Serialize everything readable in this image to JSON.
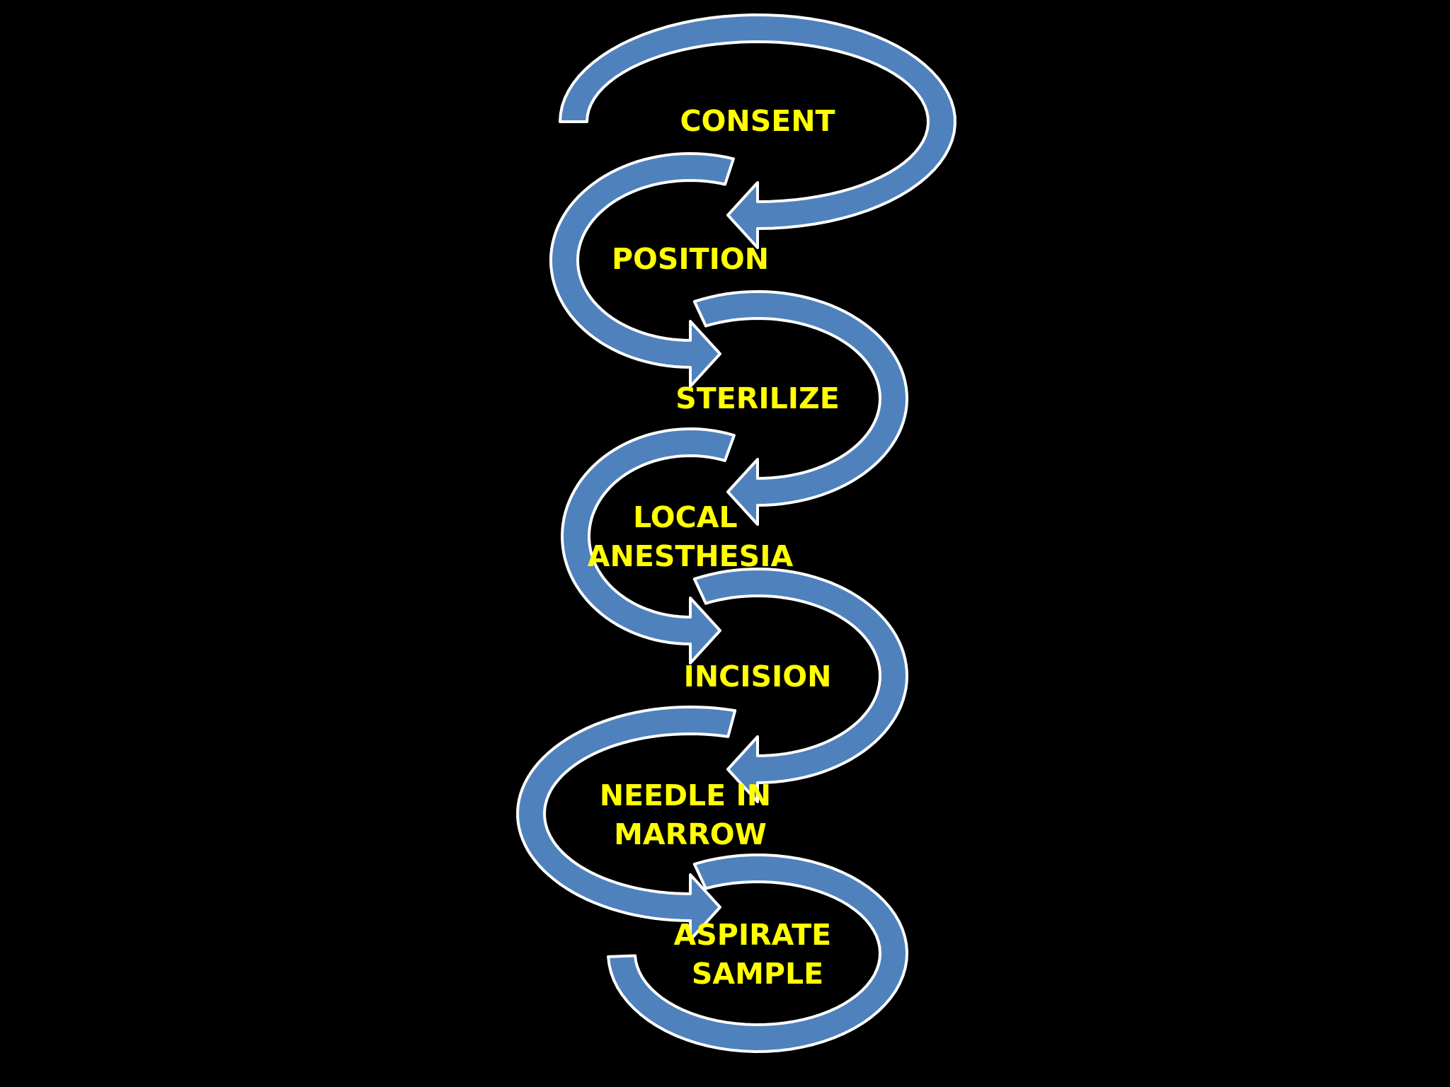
{
  "colors": {
    "background": "#000000",
    "arrow_fill": "#4f81bd",
    "arrow_outline": "#ffffff",
    "label_text": "#ffff00"
  },
  "steps": [
    {
      "label_lines": [
        "CONSENT"
      ]
    },
    {
      "label_lines": [
        "POSITION"
      ]
    },
    {
      "label_lines": [
        "STERILIZE"
      ]
    },
    {
      "label_lines": [
        "LOCAL",
        "ANESTHESIA"
      ]
    },
    {
      "label_lines": [
        "INCISION"
      ]
    },
    {
      "label_lines": [
        "NEEDLE IN",
        "MARROW"
      ]
    },
    {
      "label_lines": [
        "ASPIRATE",
        "SAMPLE"
      ]
    }
  ]
}
